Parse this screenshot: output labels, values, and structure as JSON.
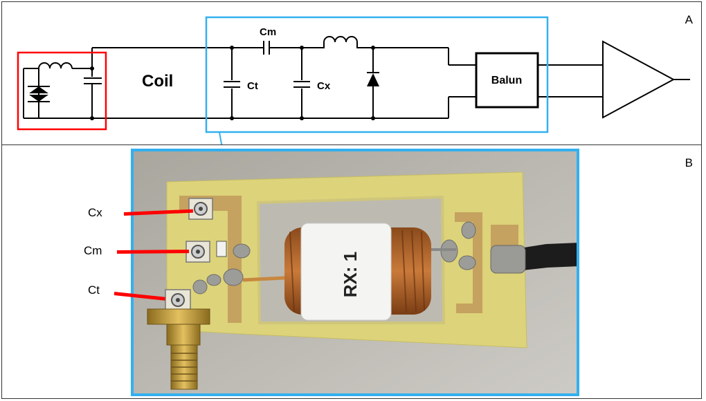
{
  "panel_a": {
    "letter": "A",
    "coil_label": "Coil",
    "components": {
      "cm": "Cm",
      "ct": "Ct",
      "cx": "Cx",
      "balun": "Balun"
    }
  },
  "panel_b": {
    "letter": "B",
    "callouts": {
      "cx": "Cx",
      "cm": "Cm",
      "ct": "Ct"
    },
    "coil_tag": "RX: 1"
  },
  "colors": {
    "detune_box": "#ff0000",
    "matching_box": "#33b0ef",
    "callout_lead": "#ff0000",
    "pcb": "#ddd37a",
    "copper": "#b06a2e"
  }
}
